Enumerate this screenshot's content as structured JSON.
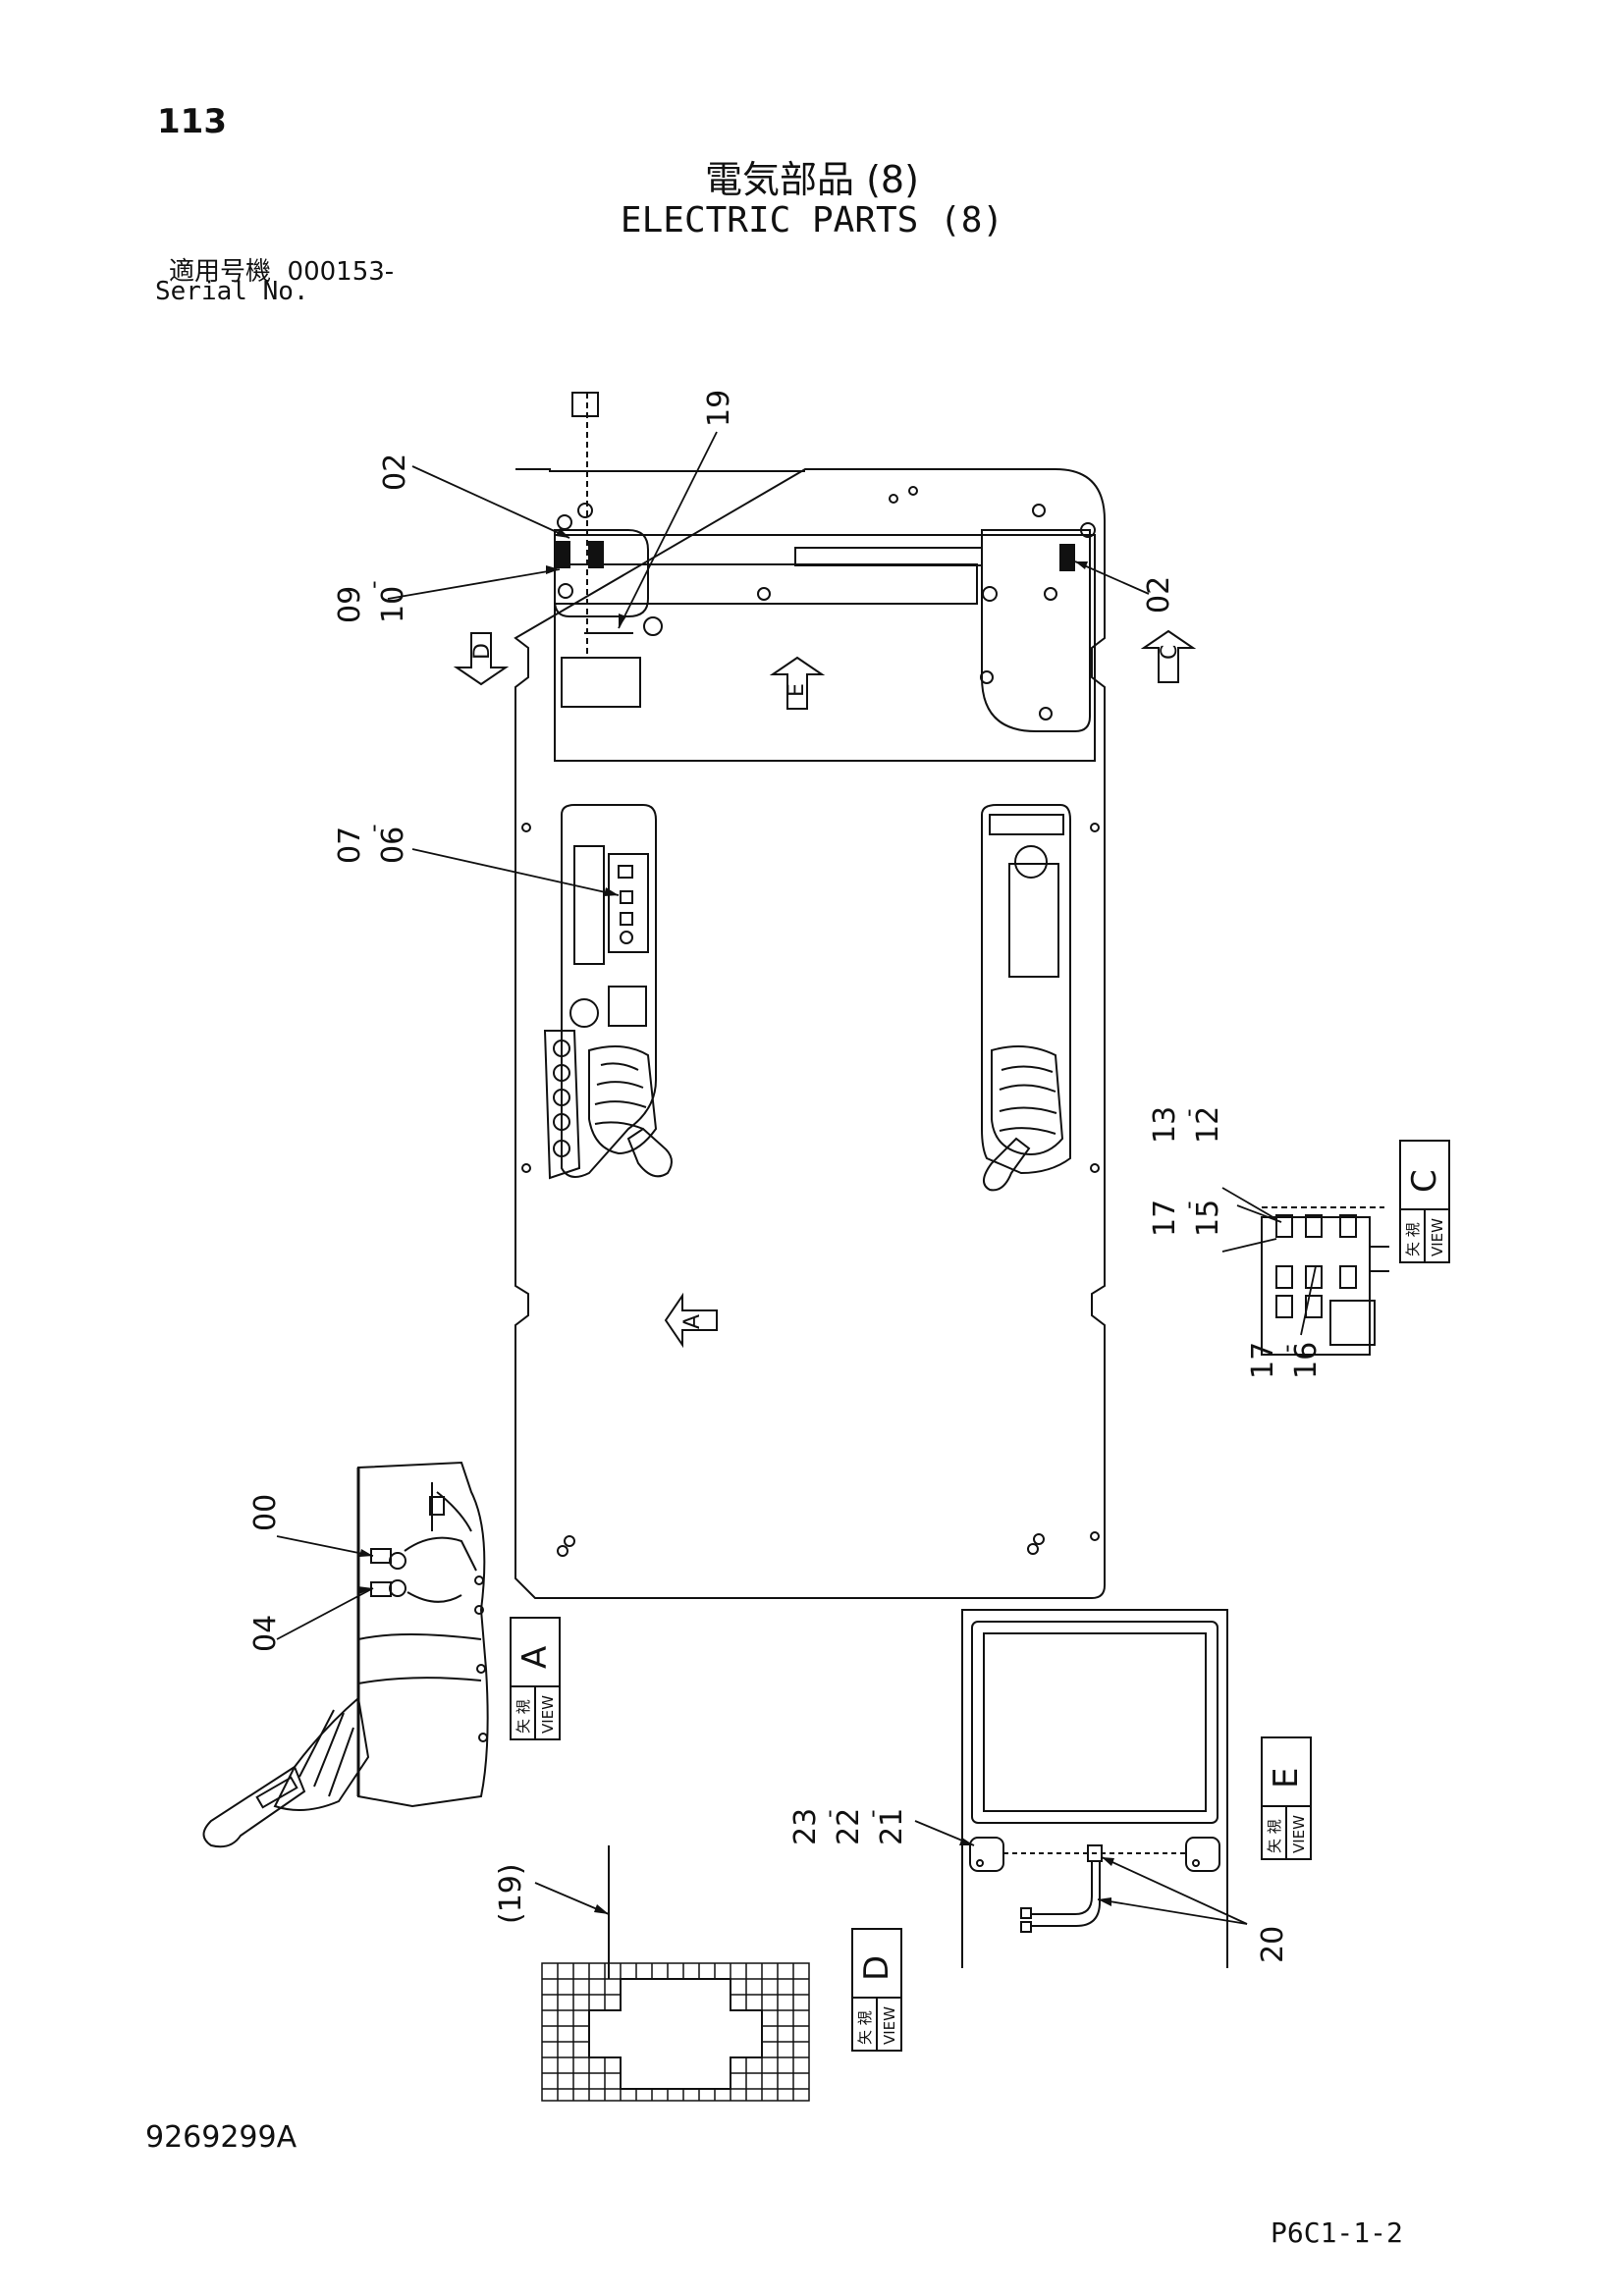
{
  "header": {
    "page_number": "113",
    "title_ja": "電気部品 (8)",
    "title_en": "ELECTRIC PARTS (8)",
    "serial_label_ja": "適用号機",
    "serial_value": "000153-",
    "serial_label_en": "Serial No."
  },
  "footer": {
    "drawing_number": "9269299A",
    "page_code": "P6C1-1-2"
  },
  "callouts": {
    "c02_top": "02",
    "c09": "09",
    "c10": "10",
    "c19": "19",
    "c02_right": "02",
    "c07": "07",
    "c06": "06",
    "c13": "13",
    "c12": "12",
    "c17a": "17",
    "c15": "15",
    "c17b": "17",
    "c16": "16",
    "c00": "00",
    "c04": "04",
    "c19_paren": "(19)",
    "c23": "23",
    "c22": "22",
    "c21": "21",
    "c20": "20",
    "dash": "-"
  },
  "view_markers": {
    "d": "D",
    "c": "C",
    "e": "E",
    "a": "A"
  },
  "view_boxes": {
    "label_ja": "矢 視",
    "label_en": "VIEW",
    "a": "A",
    "c": "C",
    "d": "D",
    "e": "E"
  }
}
